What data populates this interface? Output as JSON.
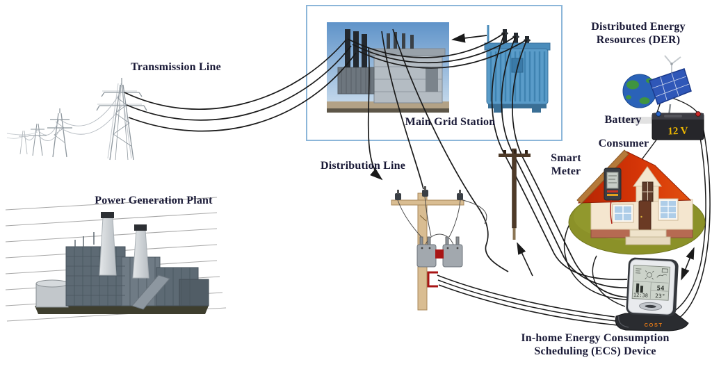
{
  "diagram": {
    "type": "smart-grid-architecture",
    "labels": {
      "transmission_line": "Transmission Line",
      "power_generation_plant": "Power Generation Plant",
      "main_grid_station": "Main Grid Station",
      "distribution_line": "Distribution Line",
      "distributed_energy_resources": "Distributed Energy Resources (DER)",
      "battery": "Battery",
      "consumer": "Consumer",
      "smart_meter": "Smart Meter",
      "ecs_device": "In-home Energy Consumption Scheduling (ECS) Device"
    },
    "battery_voltage": "12 V",
    "ecs": {
      "brand": "COST",
      "screen_time": "12:38",
      "screen_value": "54",
      "screen_temp": "23°"
    },
    "colors": {
      "frame_border": "#8cb6d9",
      "connection_line": "#1a1a1a",
      "label_text": "#191936",
      "battery_text": "#efb800",
      "roof_red": "#d13305",
      "lawn_green": "#8b9128",
      "transformer_blue": "#5a9cc9",
      "solar_panel_blue": "#2f57b8",
      "alert_red": "#a81414",
      "pole_tan": "#d9bd92",
      "brand_orange": "#e07818"
    },
    "connections": [
      {
        "from": "Power Generation Plant",
        "to": "Main Grid Station",
        "via": "Transmission Line",
        "wires": 3
      },
      {
        "from": "Main Grid Station",
        "to": "Distribution Line pole",
        "wires": 3,
        "arrow": "toward pole"
      },
      {
        "from": "Main Grid Station",
        "to": "In-home ECS Device",
        "wires": 3,
        "arrow": "upward toward grid"
      },
      {
        "from": "Distribution Line pole",
        "to": "In-home ECS Device",
        "wires": 3
      },
      {
        "from": "Distributed Energy Resources (DER)",
        "to": "Battery",
        "wires": 2
      },
      {
        "from": "Battery",
        "to": "In-home ECS Device",
        "wires": 2
      },
      {
        "from": "Battery",
        "to": "Consumer house",
        "wires": 1
      },
      {
        "from": "Smart Meter",
        "to": "In-home ECS Device",
        "wires": 1
      },
      {
        "from": "Consumer house",
        "to": "In-home ECS Device",
        "bidirectional": true
      },
      {
        "from": "Distribution transformer (blue)",
        "to": "Substation transformer (grey)",
        "arrow": "left",
        "inside": "Main Grid Station"
      }
    ]
  }
}
